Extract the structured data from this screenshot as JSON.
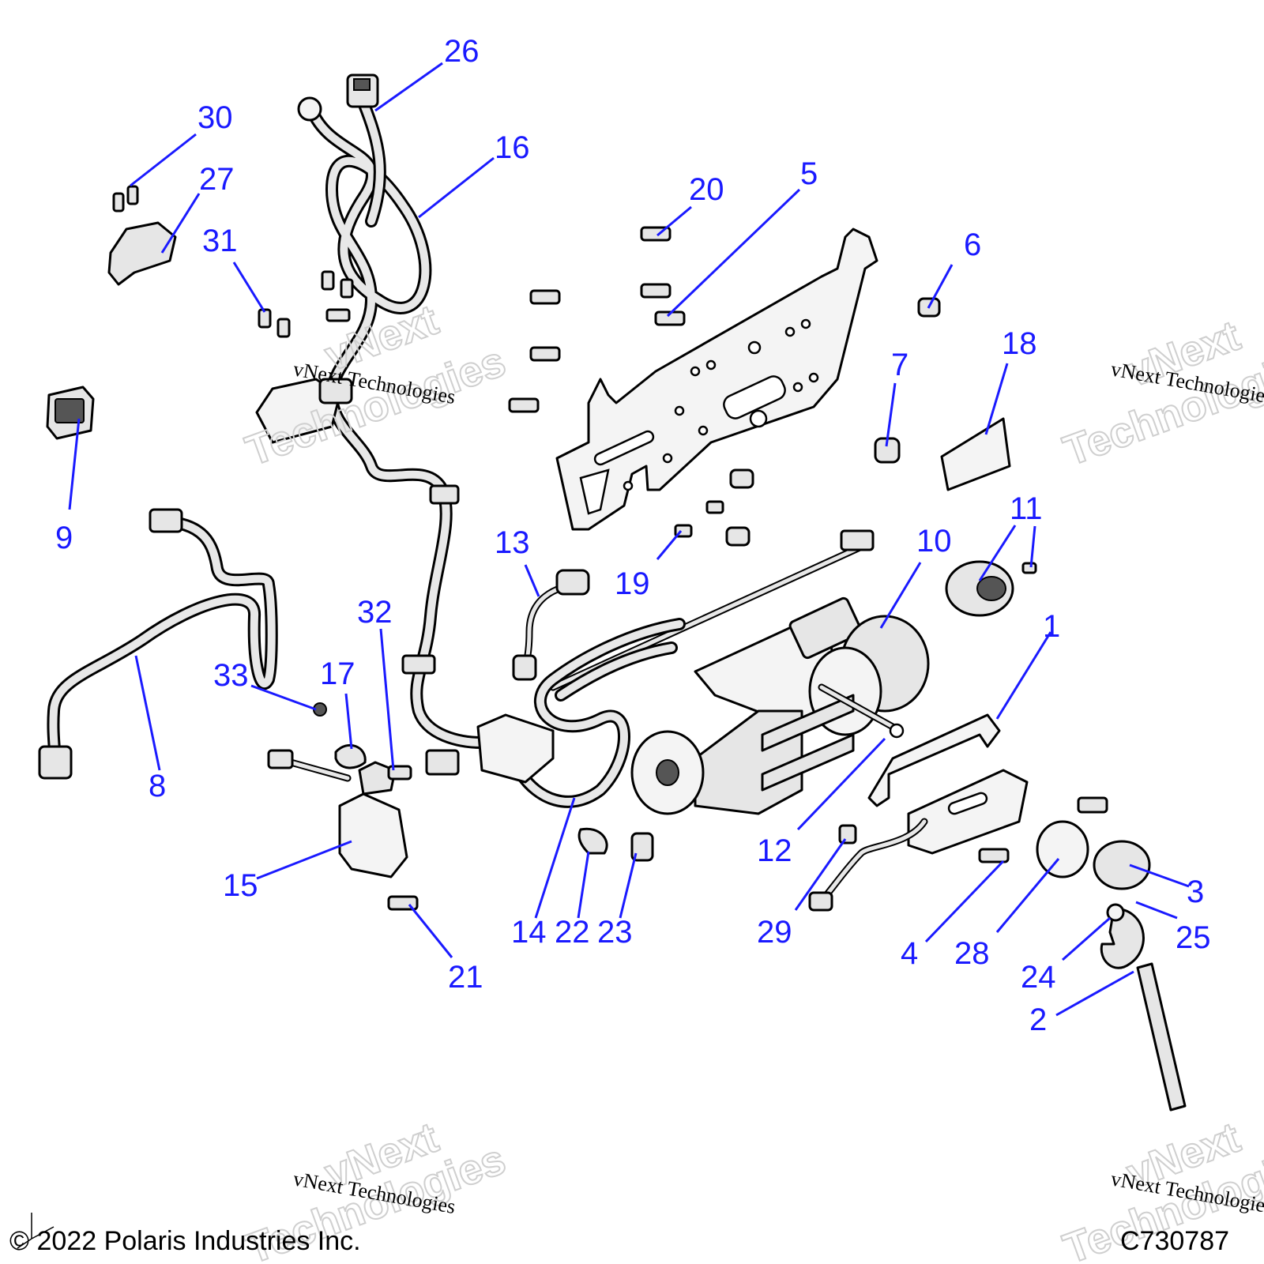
{
  "callouts": [
    "26",
    "30",
    "16",
    "27",
    "20",
    "5",
    "31",
    "6",
    "7",
    "18",
    "9",
    "11",
    "13",
    "10",
    "19",
    "32",
    "1",
    "33",
    "17",
    "8",
    "12",
    "15",
    "14",
    "22",
    "23",
    "29",
    "3",
    "4",
    "28",
    "25",
    "24",
    "21",
    "2"
  ],
  "watermark": {
    "line1": "vNext Technologies",
    "word_a": "vNext",
    "word_b": "Technologies"
  },
  "footer": {
    "copyright": "© 2022 Polaris Industries Inc.",
    "code": "C730787"
  },
  "colors": {
    "callout": "#1a1aff",
    "outline": "#000000",
    "part_fill": "#e6e6e6"
  }
}
